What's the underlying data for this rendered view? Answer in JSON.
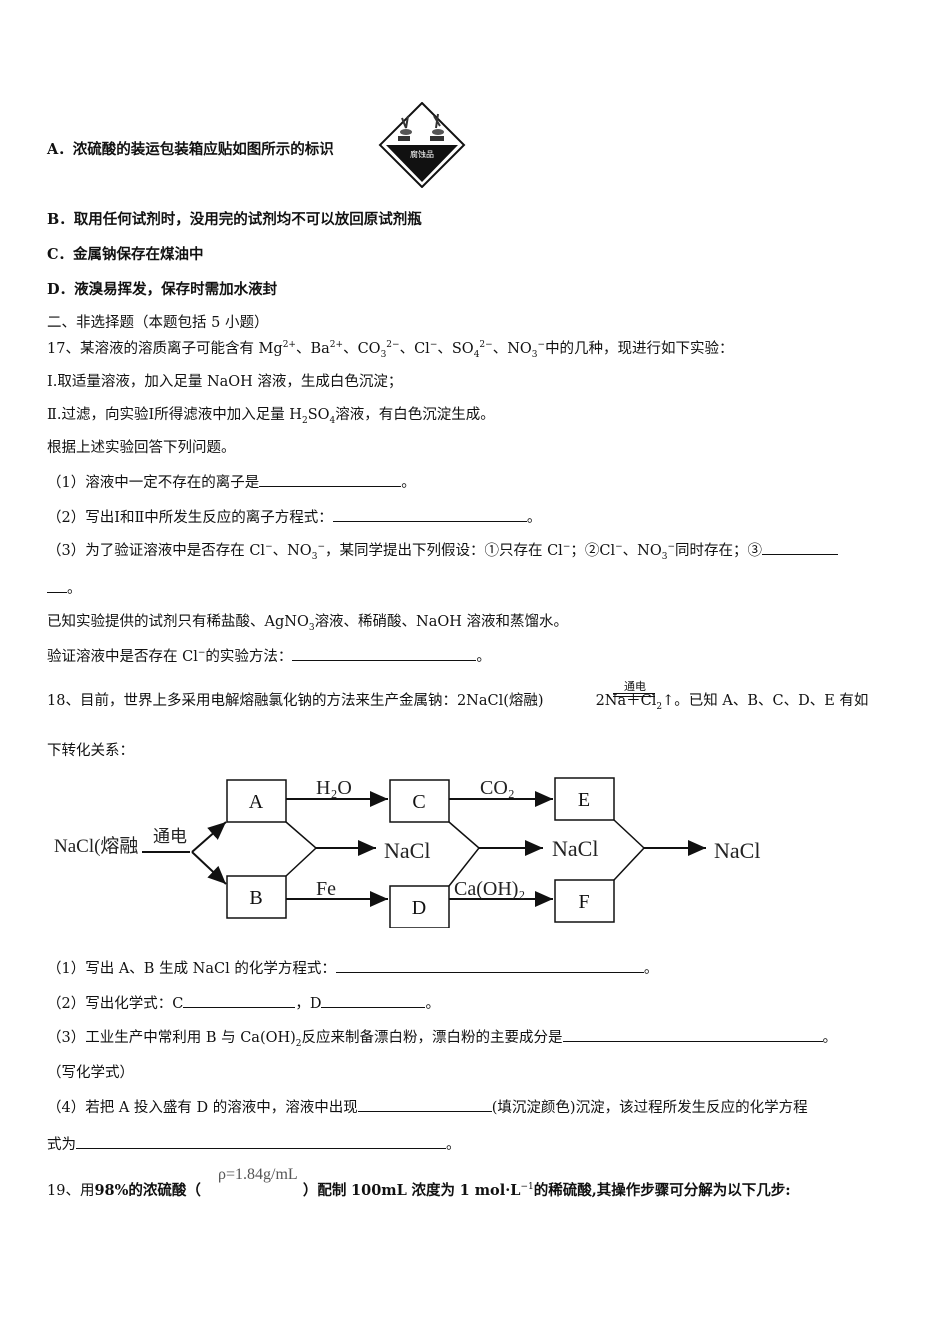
{
  "options": {
    "A": "A．浓硫酸的装运包装箱应贴如图所示的标识",
    "B": "B．取用任何试剂时，没用完的试剂均不可以放回原试剂瓶",
    "C": "C．金属钠保存在煤油中",
    "D": "D．液溴易挥发，保存时需加水液封",
    "label_text": "腐蚀品"
  },
  "section2": {
    "title": "二、非选择题（本题包括 5 小题）"
  },
  "q17": {
    "stem_a": "17、某溶液的溶质离子可能含有 Mg",
    "stem_b": "、Ba",
    "stem_c": "、CO",
    "stem_d": "、Cl",
    "stem_e": "、SO",
    "stem_f": "、NO",
    "stem_g": "中的几种，现进行如下实验：",
    "sup_mg": "2+",
    "sup_ba": "2+",
    "sub_3": "3",
    "sup_2m": "2−",
    "sup_m": "−",
    "sub_4": "4",
    "exp1": "Ⅰ.取适量溶液，加入足量 NaOH 溶液，生成白色沉淀；",
    "exp2_a": "Ⅱ.过滤，向实验Ⅰ所得滤液中加入足量 H",
    "exp2_sub": "2",
    "exp2_b": "SO",
    "exp2_sub4": "4",
    "exp2_c": "溶液，有白色沉淀生成。",
    "intro": "根据上述实验回答下列问题。",
    "p1_a": "（1）溶液中一定不存在的离子是",
    "p1_b": "。",
    "p2_a": "（2）写出Ⅰ和Ⅱ中所发生反应的离子方程式：",
    "p2_b": "。",
    "p3_a": "（3）为了验证溶液中是否存在 Cl",
    "p3_b": "、NO",
    "p3_c": "，某同学提出下列假设：①只存在 Cl",
    "p3_d": "；②Cl",
    "p3_e": "、NO",
    "p3_f": "同时存在；③",
    "p3_end": "。",
    "reagents_a": "已知实验提供的试剂只有稀盐酸、AgNO",
    "reagents_sub": "3",
    "reagents_b": "溶液、稀硝酸、NaOH 溶液和蒸馏水。",
    "verify_a": "验证溶液中是否存在 Cl",
    "verify_b": "的实验方法：",
    "verify_c": "。"
  },
  "q18": {
    "stem_a": "18、目前，世界上多采用电解熔融氯化钠的方法来生产金属钠：2NaCl(熔融)",
    "condition": "通电",
    "stem_b": "2Na＋Cl",
    "stem_sub": "2",
    "stem_c": "↑。已知 A、B、C、D、E 有如",
    "stem_line2": "下转化关系：",
    "diagram": {
      "start": "NaCl(熔融",
      "electrolysis": "通电",
      "A": "A",
      "B": "B",
      "C": "C",
      "D": "D",
      "E": "E",
      "F": "F",
      "h2o": "H₂O",
      "co2": "CO₂",
      "fe": "Fe",
      "caoh2": "Ca(OH)₂",
      "nacl1": "NaCl",
      "nacl2": "NaCl",
      "nacl3": "NaCl"
    },
    "p1_a": "（1）写出 A、B 生成 NaCl 的化学方程式：",
    "p1_b": "。",
    "p2_a": "（2）写出化学式：C",
    "p2_b": "，D",
    "p2_c": "。",
    "p3_a": "（3）工业生产中常利用 B 与 Ca(OH)",
    "p3_sub": "2",
    "p3_b": "反应来制备漂白粉，漂白粉的主要成分是",
    "p3_c": "。",
    "p3_note": "（写化学式）",
    "p4_a": "（4）若把 A 投入盛有 D 的溶液中，溶液中出现",
    "p4_b": "(填沉淀颜色)沉淀，该过程所发生反应的化学方程",
    "p4_c": "式为",
    "p4_d": "。"
  },
  "q19": {
    "a": "19、用",
    "b": "98%",
    "c": "的浓硫酸（",
    "density": "ρ=1.84g/mL",
    "d": "）配制",
    "e": "100mL",
    "f": "浓度为",
    "g": "1 mol·L",
    "g_sup": "−1",
    "h": "的稀硫酸,其操作步骤可分解为以下几步:"
  }
}
